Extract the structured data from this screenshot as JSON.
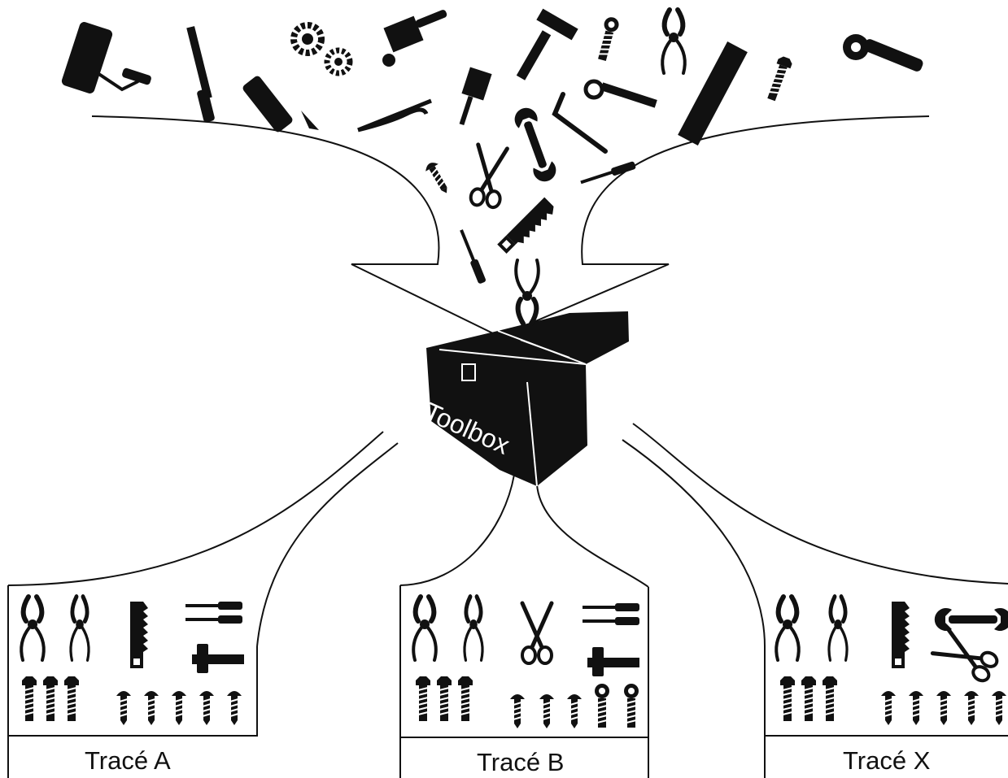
{
  "diagram": {
    "center_label": "Toolbox",
    "outputs": [
      {
        "id": "a",
        "label": "Tracé A"
      },
      {
        "id": "b",
        "label": "Tracé B"
      },
      {
        "id": "x",
        "label": "Tracé X"
      }
    ],
    "colors": {
      "ink": "#111111",
      "background": "#ffffff",
      "toolbox_text": "#ffffff"
    },
    "input_tools": [
      "paint-roller",
      "file",
      "utility-knife",
      "gears",
      "paint-brush",
      "hammer",
      "bolt",
      "end-nippers",
      "ruler",
      "hex-bolt",
      "wrench",
      "pruning-shears",
      "putty-knife",
      "wrench",
      "allen-key",
      "screw",
      "screw",
      "scissors",
      "screwdriver",
      "saw",
      "screwdriver",
      "pliers"
    ],
    "box_tools": {
      "a": [
        "pliers",
        "pliers",
        "saw",
        "screwdriver",
        "screwdriver",
        "hammer",
        "bolt",
        "bolt",
        "bolt",
        "screw",
        "screw",
        "screw",
        "screw",
        "screw"
      ],
      "b": [
        "pliers",
        "pliers",
        "scissors",
        "screwdriver",
        "screwdriver",
        "hammer",
        "bolt",
        "bolt",
        "bolt",
        "screw",
        "screw",
        "screw",
        "hex-bolt",
        "hex-bolt"
      ],
      "x": [
        "pliers",
        "pliers",
        "saw",
        "wrench",
        "scissors",
        "bolt",
        "bolt",
        "bolt",
        "screw",
        "screw",
        "screw",
        "screw",
        "screw"
      ]
    }
  }
}
